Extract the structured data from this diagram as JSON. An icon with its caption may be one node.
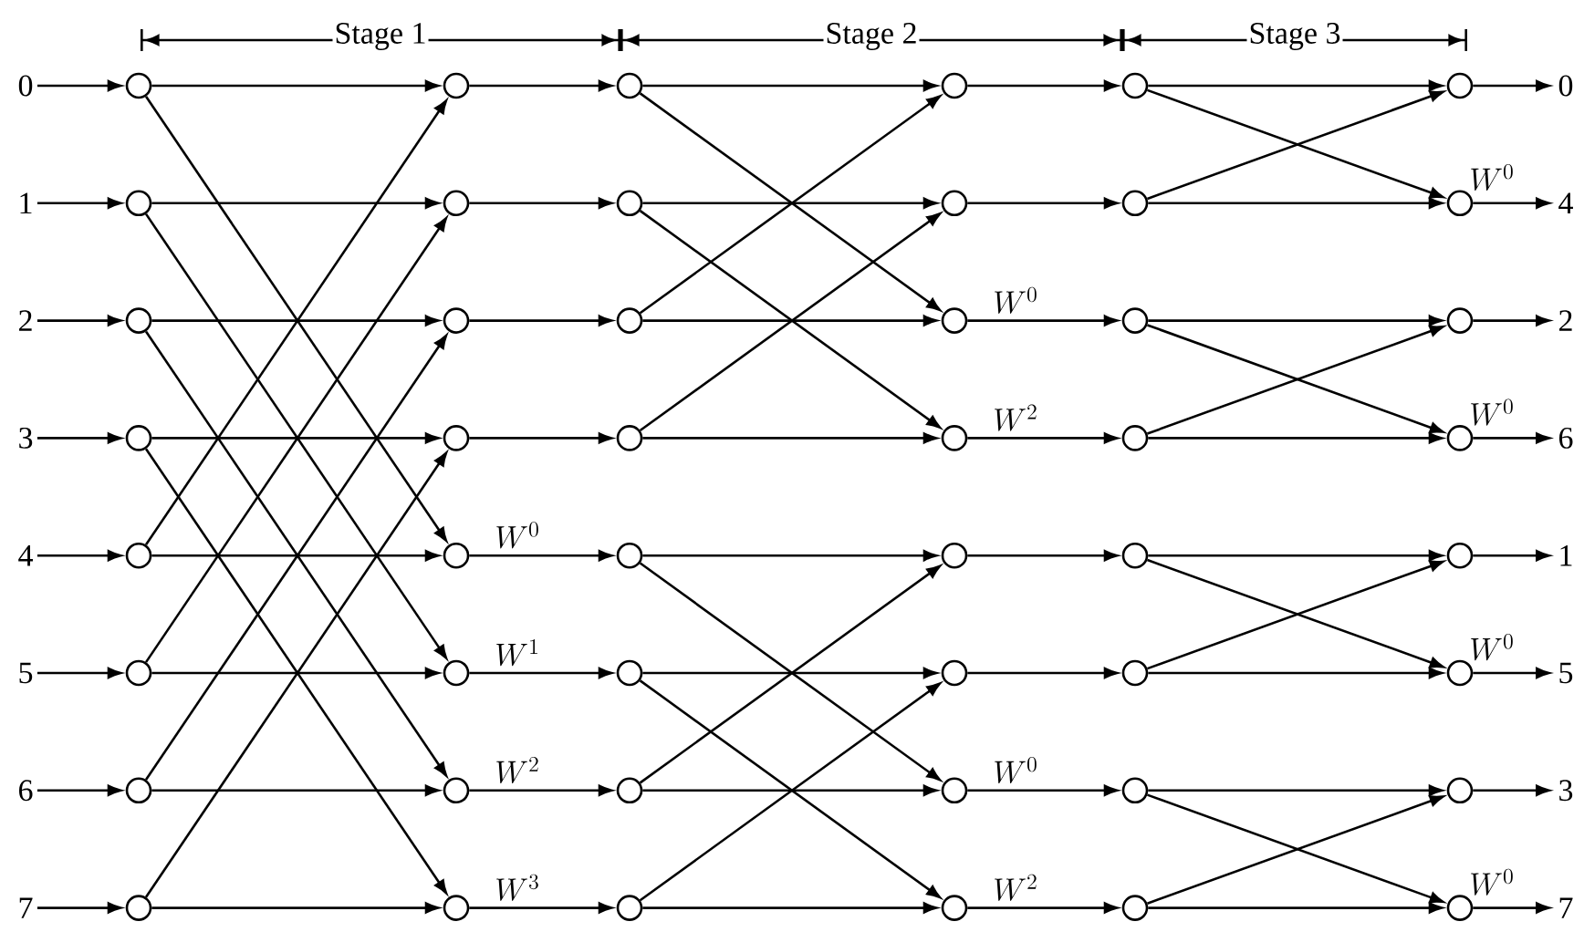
{
  "diagram": {
    "nodes": [
      {
        "text": [
          "0"
        ]
      },
      {
        "text": [
          "1"
        ]
      },
      {
        "text": [
          "2"
        ]
      },
      {
        "text": [
          "3"
        ]
      },
      {
        "text": [
          "4"
        ]
      },
      {
        "text": [
          "5"
        ]
      },
      {
        "text": [
          "6"
        ]
      },
      {
        "text": [
          "7"
        ]
      },
      {
        "text": [],
        "shape": "circle"
      },
      {
        "text": [],
        "shape": "circle"
      },
      {
        "text": [],
        "shape": "circle"
      },
      {
        "text": [],
        "shape": "circle"
      },
      {
        "text": [],
        "shape": "circle"
      },
      {
        "text": [],
        "shape": "circle"
      },
      {
        "text": [],
        "shape": "circle"
      },
      {
        "text": [],
        "shape": "circle"
      },
      {
        "text": [],
        "shape": "circle"
      },
      {
        "text": [],
        "shape": "circle"
      },
      {
        "text": [],
        "shape": "circle"
      },
      {
        "text": [],
        "shape": "circle"
      },
      {
        "text": [],
        "shape": "circle",
        "beside": [
          "W^0"
        ]
      },
      {
        "text": [],
        "shape": "circle",
        "beside": [
          "W^1"
        ]
      },
      {
        "text": [],
        "shape": "circle",
        "beside": [
          "W^2"
        ]
      },
      {
        "text": [],
        "shape": "circle",
        "beside": [
          "W^3"
        ]
      },
      {
        "text": [],
        "shape": "circle"
      },
      {
        "text": [],
        "shape": "circle"
      },
      {
        "text": [],
        "shape": "circle"
      },
      {
        "text": [],
        "shape": "circle"
      },
      {
        "text": [],
        "shape": "circle"
      },
      {
        "text": [],
        "shape": "circle"
      },
      {
        "text": [],
        "shape": "circle"
      },
      {
        "text": [],
        "shape": "circle"
      },
      {
        "text": [],
        "shape": "circle"
      },
      {
        "text": [],
        "shape": "circle"
      },
      {
        "text": [],
        "shape": "circle",
        "beside": [
          "W^0"
        ]
      },
      {
        "text": [],
        "shape": "circle",
        "beside": [
          "W^2"
        ]
      },
      {
        "text": [],
        "shape": "circle"
      },
      {
        "text": [],
        "shape": "circle"
      },
      {
        "text": [],
        "shape": "circle",
        "beside": [
          "W^0"
        ]
      },
      {
        "text": [],
        "shape": "circle",
        "beside": [
          "W^2"
        ]
      },
      {
        "text": [],
        "shape": "circle"
      },
      {
        "text": [],
        "shape": "circle"
      },
      {
        "text": [],
        "shape": "circle"
      },
      {
        "text": [],
        "shape": "circle"
      },
      {
        "text": [],
        "shape": "circle"
      },
      {
        "text": [],
        "shape": "circle"
      },
      {
        "text": [],
        "shape": "circle"
      },
      {
        "text": [],
        "shape": "circle"
      },
      {
        "text": [],
        "shape": "circle"
      },
      {
        "text": [],
        "shape": "circle",
        "beside": [
          "W^0"
        ]
      },
      {
        "text": [],
        "shape": "circle"
      },
      {
        "text": [],
        "shape": "circle",
        "beside": [
          "W^0"
        ]
      },
      {
        "text": [],
        "shape": "circle"
      },
      {
        "text": [],
        "shape": "circle",
        "beside": [
          "W^0"
        ]
      },
      {
        "text": [],
        "shape": "circle"
      },
      {
        "text": [],
        "shape": "circle",
        "beside": [
          "W^0"
        ]
      },
      {
        "text": [
          "0"
        ]
      },
      {
        "text": [
          "4"
        ]
      },
      {
        "text": [
          "2"
        ]
      },
      {
        "text": [
          "6"
        ]
      },
      {
        "text": [
          "1"
        ]
      },
      {
        "text": [
          "5"
        ]
      },
      {
        "text": [
          "3"
        ]
      },
      {
        "text": [
          "7"
        ]
      }
    ],
    "edges": [
      {
        "from": 0,
        "to": 8,
        "arrow": "to"
      },
      {
        "from": 1,
        "to": 9,
        "arrow": "to"
      },
      {
        "from": 2,
        "to": 10,
        "arrow": "to"
      },
      {
        "from": 3,
        "to": 11,
        "arrow": "to"
      },
      {
        "from": 4,
        "to": 12,
        "arrow": "to"
      },
      {
        "from": 5,
        "to": 13,
        "arrow": "to"
      },
      {
        "from": 6,
        "to": 14,
        "arrow": "to"
      },
      {
        "from": 7,
        "to": 15,
        "arrow": "to"
      },
      {
        "from": 8,
        "to": 16,
        "arrow": "to"
      },
      {
        "from": 8,
        "to": 20,
        "arrow": "to"
      },
      {
        "from": 9,
        "to": 17,
        "arrow": "to"
      },
      {
        "from": 9,
        "to": 21,
        "arrow": "to"
      },
      {
        "from": 10,
        "to": 18,
        "arrow": "to"
      },
      {
        "from": 10,
        "to": 22,
        "arrow": "to"
      },
      {
        "from": 11,
        "to": 19,
        "arrow": "to"
      },
      {
        "from": 11,
        "to": 23,
        "arrow": "to"
      },
      {
        "from": 12,
        "to": 16,
        "arrow": "to"
      },
      {
        "from": 12,
        "to": 20,
        "arrow": "to"
      },
      {
        "from": 13,
        "to": 17,
        "arrow": "to"
      },
      {
        "from": 13,
        "to": 21,
        "arrow": "to"
      },
      {
        "from": 14,
        "to": 18,
        "arrow": "to"
      },
      {
        "from": 14,
        "to": 22,
        "arrow": "to"
      },
      {
        "from": 15,
        "to": 19,
        "arrow": "to"
      },
      {
        "from": 15,
        "to": 23,
        "arrow": "to"
      },
      {
        "from": 16,
        "to": 24,
        "arrow": "to"
      },
      {
        "from": 17,
        "to": 25,
        "arrow": "to"
      },
      {
        "from": 18,
        "to": 26,
        "arrow": "to"
      },
      {
        "from": 19,
        "to": 27,
        "arrow": "to"
      },
      {
        "from": 20,
        "to": 28,
        "arrow": "to"
      },
      {
        "from": 21,
        "to": 29,
        "arrow": "to"
      },
      {
        "from": 22,
        "to": 30,
        "arrow": "to"
      },
      {
        "from": 23,
        "to": 31,
        "arrow": "to"
      },
      {
        "from": 24,
        "to": 32,
        "arrow": "to"
      },
      {
        "from": 24,
        "to": 34,
        "arrow": "to"
      },
      {
        "from": 25,
        "to": 33,
        "arrow": "to"
      },
      {
        "from": 25,
        "to": 35,
        "arrow": "to"
      },
      {
        "from": 26,
        "to": 32,
        "arrow": "to"
      },
      {
        "from": 26,
        "to": 34,
        "arrow": "to"
      },
      {
        "from": 27,
        "to": 33,
        "arrow": "to"
      },
      {
        "from": 27,
        "to": 35,
        "arrow": "to"
      },
      {
        "from": 28,
        "to": 36,
        "arrow": "to"
      },
      {
        "from": 28,
        "to": 38,
        "arrow": "to"
      },
      {
        "from": 29,
        "to": 37,
        "arrow": "to"
      },
      {
        "from": 29,
        "to": 39,
        "arrow": "to"
      },
      {
        "from": 30,
        "to": 36,
        "arrow": "to"
      },
      {
        "from": 30,
        "to": 38,
        "arrow": "to"
      },
      {
        "from": 31,
        "to": 37,
        "arrow": "to"
      },
      {
        "from": 31,
        "to": 39,
        "arrow": "to"
      },
      {
        "from": 32,
        "to": 40,
        "arrow": "to"
      },
      {
        "from": 33,
        "to": 41,
        "arrow": "to"
      },
      {
        "from": 34,
        "to": 42,
        "arrow": "to"
      },
      {
        "from": 35,
        "to": 43,
        "arrow": "to"
      },
      {
        "from": 36,
        "to": 44,
        "arrow": "to"
      },
      {
        "from": 37,
        "to": 45,
        "arrow": "to"
      },
      {
        "from": 38,
        "to": 46,
        "arrow": "to"
      },
      {
        "from": 39,
        "to": 47,
        "arrow": "to"
      },
      {
        "from": 40,
        "to": 48,
        "arrow": "to"
      },
      {
        "from": 40,
        "to": 49,
        "arrow": "to"
      },
      {
        "from": 41,
        "to": 48,
        "arrow": "to"
      },
      {
        "from": 41,
        "to": 49,
        "arrow": "to"
      },
      {
        "from": 42,
        "to": 50,
        "arrow": "to"
      },
      {
        "from": 42,
        "to": 51,
        "arrow": "to"
      },
      {
        "from": 43,
        "to": 50,
        "arrow": "to"
      },
      {
        "from": 43,
        "to": 51,
        "arrow": "to"
      },
      {
        "from": 44,
        "to": 52,
        "arrow": "to"
      },
      {
        "from": 44,
        "to": 53,
        "arrow": "to"
      },
      {
        "from": 45,
        "to": 52,
        "arrow": "to"
      },
      {
        "from": 45,
        "to": 53,
        "arrow": "to"
      },
      {
        "from": 46,
        "to": 54,
        "arrow": "to"
      },
      {
        "from": 46,
        "to": 55,
        "arrow": "to"
      },
      {
        "from": 47,
        "to": 54,
        "arrow": "to"
      },
      {
        "from": 47,
        "to": 55,
        "arrow": "to"
      },
      {
        "from": 48,
        "to": 56,
        "arrow": "to"
      },
      {
        "from": 49,
        "to": 57,
        "arrow": "to"
      },
      {
        "from": 50,
        "to": 58,
        "arrow": "to"
      },
      {
        "from": 51,
        "to": 59,
        "arrow": "to"
      },
      {
        "from": 52,
        "to": 60,
        "arrow": "to"
      },
      {
        "from": 53,
        "to": 61,
        "arrow": "to"
      },
      {
        "from": 54,
        "to": 62,
        "arrow": "to"
      },
      {
        "from": 55,
        "to": 63,
        "arrow": "to"
      }
    ],
    "labels": [
      "Stage 1",
      "Stage 2",
      "Stage 3"
    ]
  }
}
